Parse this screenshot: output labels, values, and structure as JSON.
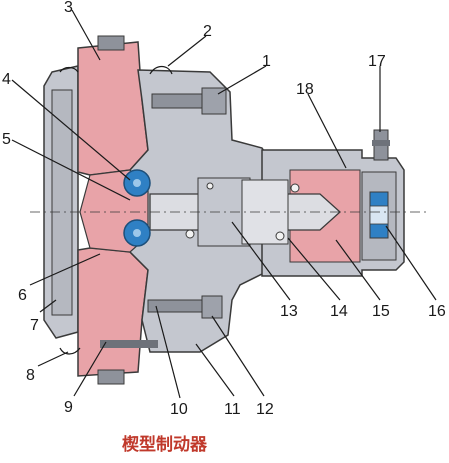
{
  "caption": "楔型制动器",
  "callouts": [
    "3",
    "2",
    "1",
    "17",
    "18",
    "4",
    "5",
    "6",
    "7",
    "8",
    "9",
    "10",
    "11",
    "12",
    "13",
    "14",
    "15",
    "16"
  ],
  "colors": {
    "red_part": "#e8a3a8",
    "grey_part": "#c4c7cf",
    "dark_grey": "#8e929b",
    "outline": "#3a3a3a",
    "ball_blue": "#2f80c4",
    "caption_red": "#c0392b"
  }
}
